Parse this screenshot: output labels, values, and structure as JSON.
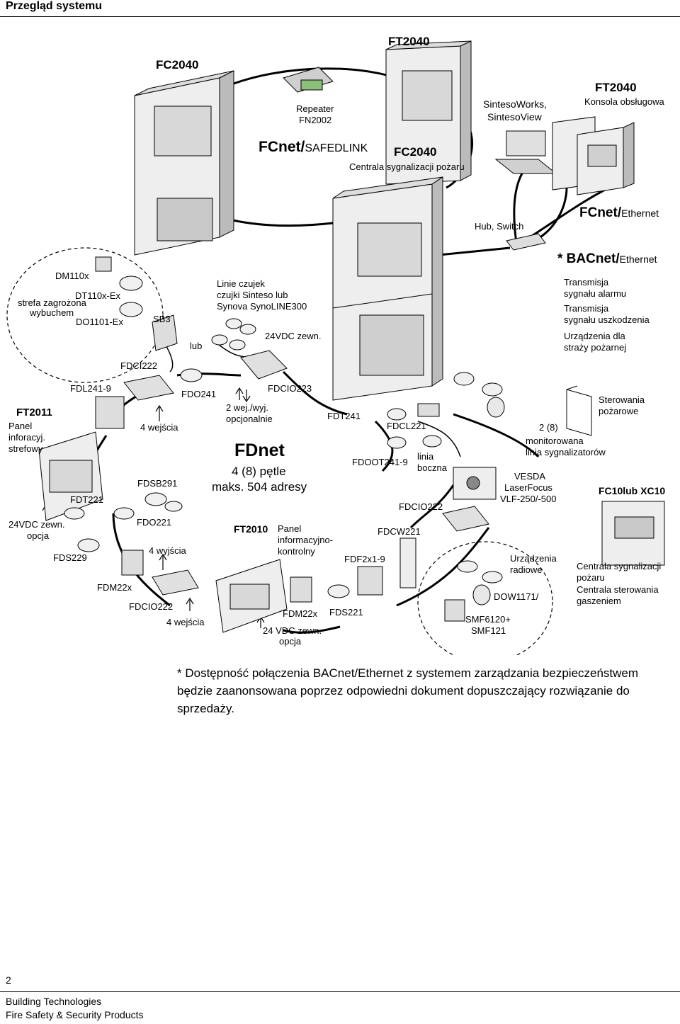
{
  "header": {
    "title": "Przegląd systemu"
  },
  "diagram": {
    "labels": {
      "fc2040_top": "FC2040",
      "ft2040_top": "FT2040",
      "repeater": "Repeater",
      "fn2002": "FN2002",
      "fcnet_safedlink_a": "FCnet/",
      "fcnet_safedlink_b": "SAFEDLINK",
      "fc2040_mid": "FC2040",
      "fc2040_mid_desc": "Centrala sygnalizacji pożaru",
      "sintesoworks": "SintesoWorks,",
      "sintesoview": "SintesoView",
      "ft2040_right": "FT2040",
      "konsola": "Konsola obsługowa",
      "hub_switch": "Hub, Switch",
      "fcnet_eth_a": "FCnet/",
      "fcnet_eth_b": "Ethernet",
      "bacnet_a": "* BACnet/",
      "bacnet_b": "Ethernet",
      "transmisja1": "Transmisja",
      "sygnal_alarmu": "sygnału alarmu",
      "transmisja2": "Transmisja",
      "sygnal_uszk": "sygnału uszkodzenia",
      "urzadzenia_dla": "Urządzenia dla",
      "strazy": "straży pożarnej",
      "dm110x": "DM110x",
      "dt110x": "DT110x-Ex",
      "strefa1": "strefa zagrożona",
      "strefa2": "wybuchem",
      "do1101": "DO1101-Ex",
      "sb3": "SB3",
      "linie1": "Linie czujek",
      "linie2": "czujki Sinteso lub",
      "linie3": "Synova SynoLINE300",
      "lub": "lub",
      "vdc24_a": "24VDC zewn.",
      "fdci222": "FDCI222",
      "fdl241": "FDL241-9",
      "fdo241": "FDO241",
      "fdcio223": "FDCIO223",
      "wej4_a": "4 wejścia",
      "wejwyj2": "2 wej./wyj.",
      "opcjonalnie": "opcjonalnie",
      "ft2011": "FT2011",
      "panel1": "Panel",
      "panel2": "inforacyj.",
      "panel3": "strefowy",
      "fdt241": "FDT241",
      "fdcl221": "FDCL221",
      "two8": "2 (8)",
      "monit1": "monitorowana",
      "monit2": "linia sygnalizatorów",
      "sterowania1": "Sterowania",
      "sterowania2": "pożarowe",
      "fdnet": "FDnet",
      "petle": "4 (8) pętle",
      "adresy": "maks. 504 adresy",
      "fdoot": "FDOOT241-9",
      "linia1": "linia",
      "linia2": "boczna",
      "vesda1": "VESDA",
      "vesda2": "LaserFocus",
      "vesda3": "VLF-250/-500",
      "fc10": "FC10lub XC10",
      "fdsb291": "FDSB291",
      "fdt221": "FDT221",
      "fdcio222_r": "FDCIO222",
      "vdc24_b": "24VDC zewn.",
      "opcja_a": "opcja",
      "fdo221": "FDO221",
      "ft2010": "FT2010",
      "ft2010_p1": "Panel",
      "ft2010_p2": "informacyjno-",
      "ft2010_p3": "kontrolny",
      "fdcw221": "FDCW221",
      "fds229": "FDS229",
      "wyj4": "4 wyjścia",
      "fdf2x1": "FDF2x1-9",
      "radiowe1": "Urządzenia",
      "radiowe2": "radiowe",
      "centrala1": "Centrala sygnalizacji",
      "centrala2": "pożaru",
      "centrala3": "Centrala sterowania",
      "centrala4": "gaszeniem",
      "fdm22x_l": "FDM22x",
      "dow1171": "DOW1171/",
      "fdcio222_l": "FDCIO222",
      "fdm22x_b": "FDM22x",
      "fds221": "FDS221",
      "smf1": "SMF6120+",
      "smf2": "SMF121",
      "wej4_b": "4 wejścia",
      "vdc24_c": "24 VDC zewn.",
      "opcja_b": "opcja"
    }
  },
  "note": "* Dostępność połączenia BACnet/Ethernet z systemem zarządzania bezpieczeństwem będzie zaanonsowana poprzez odpowiedni dokument dopuszczający rozwiązanie do sprzedaży.",
  "footer": {
    "page_number": "2",
    "company": "Building Technologies",
    "division": "Fire Safety & Security Products"
  },
  "colors": {
    "line": "#000000",
    "panel": "#e6e6e6",
    "panel_dark": "#b4b4b4",
    "screen": "#c8c8c8"
  }
}
